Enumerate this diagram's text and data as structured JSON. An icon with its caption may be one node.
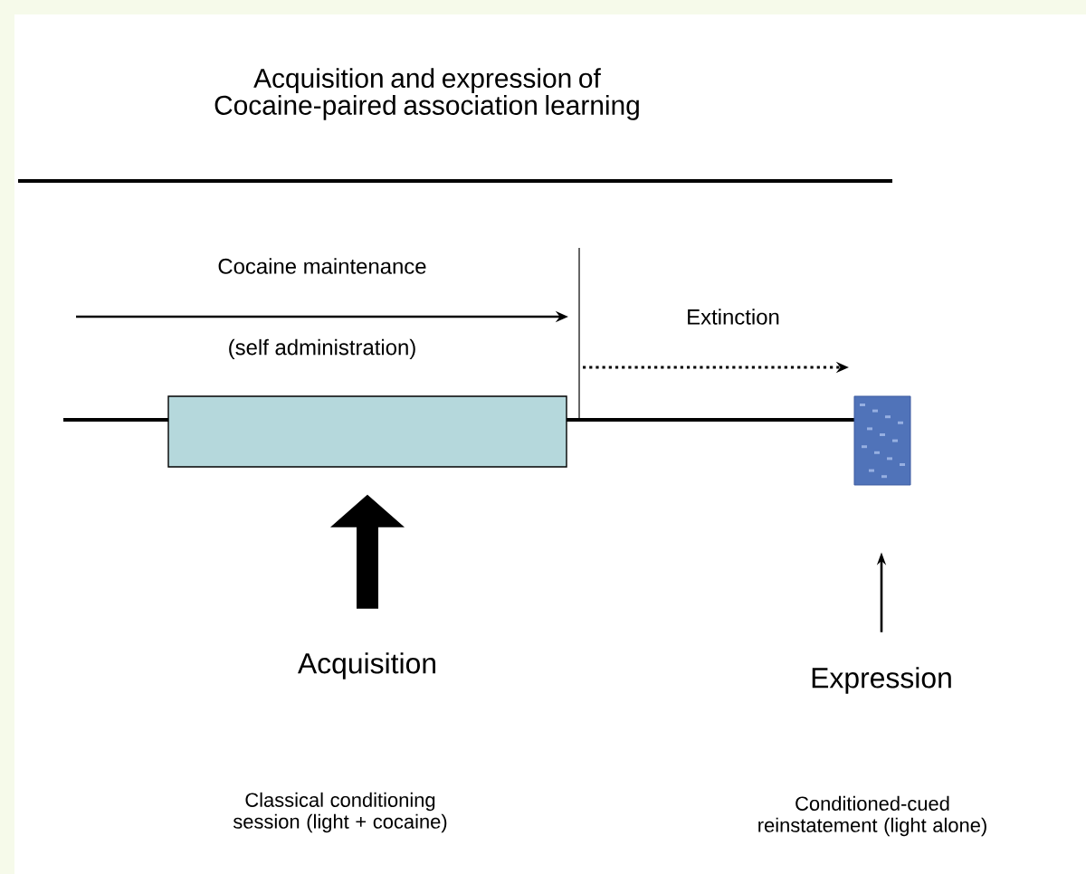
{
  "diagram": {
    "title": "Acquisition and expression of Cocaine-paired association learning",
    "nodes": [
      {
        "text": [],
        "shape": "box"
      },
      {
        "text": [],
        "shape": "box"
      },
      {
        "text": [
          "Acquisition"
        ]
      },
      {
        "text": [
          "Expression"
        ]
      }
    ],
    "edges": [
      {
        "from": 2,
        "to": 0,
        "arrow": "to",
        "style": "thick"
      },
      {
        "from": 3,
        "to": 1,
        "arrow": "to"
      }
    ],
    "labels": [
      "Cocaine maintenance",
      "(self administration)",
      "Extinction",
      "Classical conditioning session (light + cocaine)",
      "Conditioned-cued reinstatement (light alone)"
    ]
  }
}
